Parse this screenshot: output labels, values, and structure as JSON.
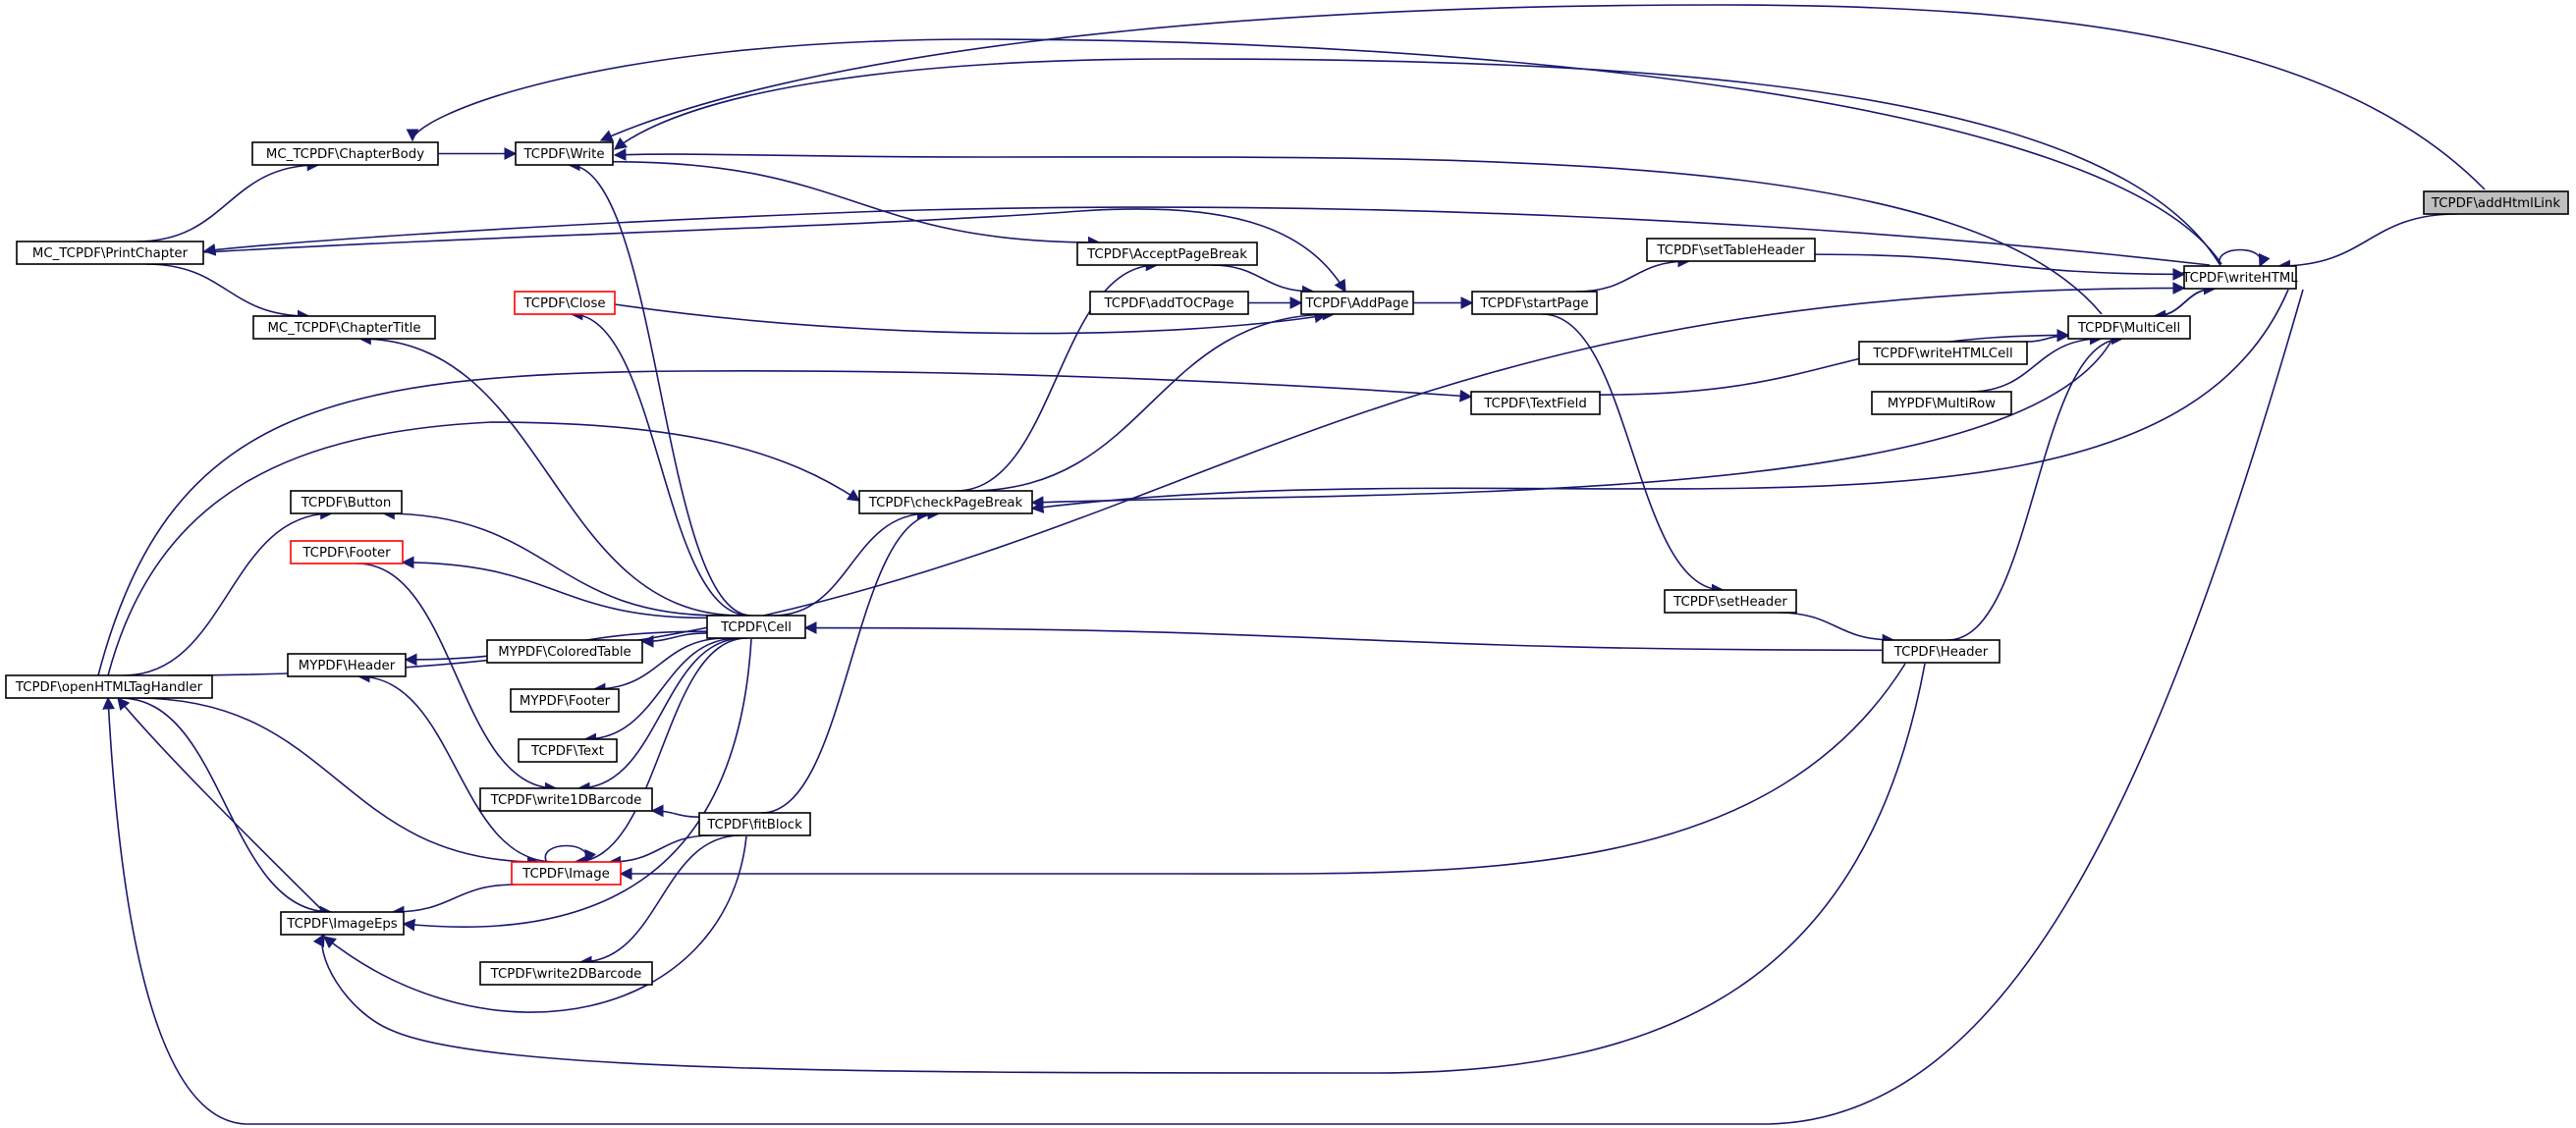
{
  "diagram": {
    "nodes": [
      {
        "id": "addHtmlLink",
        "label": "TCPDF\\addHtmlLink",
        "style": "focus"
      },
      {
        "id": "writeHTML",
        "label": "TCPDF\\writeHTML",
        "style": "normal"
      },
      {
        "id": "setTableHeader",
        "label": "TCPDF\\setTableHeader",
        "style": "normal"
      },
      {
        "id": "startPage",
        "label": "TCPDF\\startPage",
        "style": "normal"
      },
      {
        "id": "AddPage",
        "label": "TCPDF\\AddPage",
        "style": "normal"
      },
      {
        "id": "AcceptPageBreak",
        "label": "TCPDF\\AcceptPageBreak",
        "style": "normal"
      },
      {
        "id": "addTOCPage",
        "label": "TCPDF\\addTOCPage",
        "style": "normal"
      },
      {
        "id": "MultiCell",
        "label": "TCPDF\\MultiCell",
        "style": "normal"
      },
      {
        "id": "writeHTMLCell",
        "label": "TCPDF\\writeHTMLCell",
        "style": "normal"
      },
      {
        "id": "MultiRow",
        "label": "MYPDF\\MultiRow",
        "style": "normal"
      },
      {
        "id": "TextField",
        "label": "TCPDF\\TextField",
        "style": "normal"
      },
      {
        "id": "checkPageBreak",
        "label": "TCPDF\\checkPageBreak",
        "style": "normal"
      },
      {
        "id": "setHeader",
        "label": "TCPDF\\setHeader",
        "style": "normal"
      },
      {
        "id": "Header",
        "label": "TCPDF\\Header",
        "style": "normal"
      },
      {
        "id": "Write",
        "label": "TCPDF\\Write",
        "style": "normal"
      },
      {
        "id": "ChapterBody",
        "label": "MC_TCPDF\\ChapterBody",
        "style": "normal"
      },
      {
        "id": "PrintChapter",
        "label": "MC_TCPDF\\PrintChapter",
        "style": "normal"
      },
      {
        "id": "ChapterTitle",
        "label": "MC_TCPDF\\ChapterTitle",
        "style": "normal"
      },
      {
        "id": "Close",
        "label": "TCPDF\\Close",
        "style": "broken"
      },
      {
        "id": "Cell",
        "label": "TCPDF\\Cell",
        "style": "normal"
      },
      {
        "id": "Button",
        "label": "TCPDF\\Button",
        "style": "normal"
      },
      {
        "id": "Footer",
        "label": "TCPDF\\Footer",
        "style": "broken"
      },
      {
        "id": "MYHeader",
        "label": "MYPDF\\Header",
        "style": "normal"
      },
      {
        "id": "ColoredTable",
        "label": "MYPDF\\ColoredTable",
        "style": "normal"
      },
      {
        "id": "MYFooter",
        "label": "MYPDF\\Footer",
        "style": "normal"
      },
      {
        "id": "Text",
        "label": "TCPDF\\Text",
        "style": "normal"
      },
      {
        "id": "write1DBarcode",
        "label": "TCPDF\\write1DBarcode",
        "style": "normal"
      },
      {
        "id": "fitBlock",
        "label": "TCPDF\\fitBlock",
        "style": "normal"
      },
      {
        "id": "Image",
        "label": "TCPDF\\Image",
        "style": "broken"
      },
      {
        "id": "ImageEps",
        "label": "TCPDF\\ImageEps",
        "style": "normal"
      },
      {
        "id": "write2DBarcode",
        "label": "TCPDF\\write2DBarcode",
        "style": "normal"
      },
      {
        "id": "openHTMLTagHandler",
        "label": "TCPDF\\openHTMLTagHandler",
        "style": "normal"
      }
    ],
    "edges": [
      {
        "from": "addHtmlLink",
        "to": "writeHTML"
      },
      {
        "from": "addHtmlLink",
        "to": "Write"
      },
      {
        "from": "writeHTML",
        "to": "writeHTML"
      },
      {
        "from": "writeHTML",
        "to": "Write"
      },
      {
        "from": "writeHTML",
        "to": "ChapterBody"
      },
      {
        "from": "writeHTML",
        "to": "PrintChapter"
      },
      {
        "from": "writeHTML",
        "to": "MultiCell"
      },
      {
        "from": "writeHTML",
        "to": "checkPageBreak"
      },
      {
        "from": "writeHTML",
        "to": "openHTMLTagHandler"
      },
      {
        "from": "setTableHeader",
        "to": "writeHTML"
      },
      {
        "from": "startPage",
        "to": "setTableHeader"
      },
      {
        "from": "startPage",
        "to": "setHeader"
      },
      {
        "from": "AddPage",
        "to": "startPage"
      },
      {
        "from": "AcceptPageBreak",
        "to": "AddPage"
      },
      {
        "from": "addTOCPage",
        "to": "AddPage"
      },
      {
        "from": "Close",
        "to": "AddPage"
      },
      {
        "from": "PrintChapter",
        "to": "AddPage"
      },
      {
        "from": "checkPageBreak",
        "to": "AddPage"
      },
      {
        "from": "checkPageBreak",
        "to": "AcceptPageBreak"
      },
      {
        "from": "Write",
        "to": "AcceptPageBreak"
      },
      {
        "from": "MultiCell",
        "to": "Write"
      },
      {
        "from": "MultiCell",
        "to": "writeHTML"
      },
      {
        "from": "MultiCell",
        "to": "checkPageBreak"
      },
      {
        "from": "writeHTMLCell",
        "to": "MultiCell"
      },
      {
        "from": "MultiRow",
        "to": "MultiCell"
      },
      {
        "from": "TextField",
        "to": "MultiCell"
      },
      {
        "from": "Header",
        "to": "MultiCell"
      },
      {
        "from": "openHTMLTagHandler",
        "to": "TextField"
      },
      {
        "from": "openHTMLTagHandler",
        "to": "checkPageBreak"
      },
      {
        "from": "openHTMLTagHandler",
        "to": "Button"
      },
      {
        "from": "openHTMLTagHandler",
        "to": "Image"
      },
      {
        "from": "openHTMLTagHandler",
        "to": "ImageEps"
      },
      {
        "from": "setHeader",
        "to": "Header"
      },
      {
        "from": "Header",
        "to": "Cell"
      },
      {
        "from": "Header",
        "to": "Image"
      },
      {
        "from": "Header",
        "to": "ImageEps"
      },
      {
        "from": "ChapterBody",
        "to": "Write"
      },
      {
        "from": "PrintChapter",
        "to": "ChapterBody"
      },
      {
        "from": "PrintChapter",
        "to": "ChapterTitle"
      },
      {
        "from": "Cell",
        "to": "Write"
      },
      {
        "from": "Cell",
        "to": "checkPageBreak"
      },
      {
        "from": "Cell",
        "to": "ChapterTitle"
      },
      {
        "from": "Cell",
        "to": "Close"
      },
      {
        "from": "Cell",
        "to": "Button"
      },
      {
        "from": "Cell",
        "to": "Footer"
      },
      {
        "from": "Cell",
        "to": "MYHeader"
      },
      {
        "from": "Cell",
        "to": "ColoredTable"
      },
      {
        "from": "Cell",
        "to": "MYFooter"
      },
      {
        "from": "Cell",
        "to": "Text"
      },
      {
        "from": "Cell",
        "to": "write1DBarcode"
      },
      {
        "from": "Cell",
        "to": "Image"
      },
      {
        "from": "Cell",
        "to": "ImageEps"
      },
      {
        "from": "Footer",
        "to": "write1DBarcode"
      },
      {
        "from": "fitBlock",
        "to": "checkPageBreak"
      },
      {
        "from": "fitBlock",
        "to": "write1DBarcode"
      },
      {
        "from": "fitBlock",
        "to": "Image"
      },
      {
        "from": "fitBlock",
        "to": "ImageEps"
      },
      {
        "from": "fitBlock",
        "to": "write2DBarcode"
      },
      {
        "from": "Image",
        "to": "Image"
      },
      {
        "from": "Image",
        "to": "MYHeader"
      },
      {
        "from": "Image",
        "to": "ImageEps"
      },
      {
        "from": "ImageEps",
        "to": "openHTMLTagHandler"
      },
      {
        "from": "openHTMLTagHandler",
        "to": "writeHTML"
      }
    ]
  }
}
